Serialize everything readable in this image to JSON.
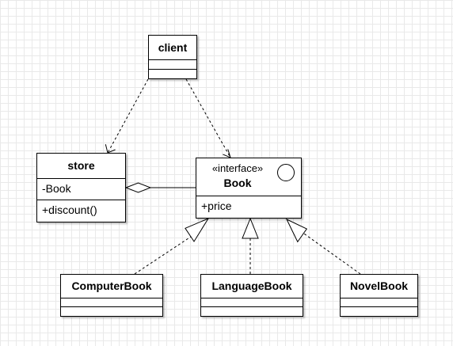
{
  "diagram": {
    "classes": {
      "client": {
        "name": "client",
        "attributes": [],
        "operations": []
      },
      "store": {
        "name": "store",
        "attributes": [
          "-Book"
        ],
        "operations": [
          "+discount()"
        ]
      },
      "book": {
        "stereotype": "«interface»",
        "name": "Book",
        "attributes": [
          "+price"
        ],
        "operations": []
      },
      "computer_book": {
        "name": "ComputerBook",
        "attributes": [],
        "operations": []
      },
      "language_book": {
        "name": "LanguageBook",
        "attributes": [],
        "operations": []
      },
      "novel_book": {
        "name": "NovelBook",
        "attributes": [],
        "operations": []
      }
    },
    "relations": [
      {
        "from": "client",
        "to": "store",
        "kind": "dependency"
      },
      {
        "from": "client",
        "to": "book",
        "kind": "dependency"
      },
      {
        "from": "store",
        "to": "book",
        "kind": "aggregation"
      },
      {
        "from": "computer_book",
        "to": "book",
        "kind": "realization"
      },
      {
        "from": "language_book",
        "to": "book",
        "kind": "realization"
      },
      {
        "from": "novel_book",
        "to": "book",
        "kind": "realization"
      }
    ]
  }
}
